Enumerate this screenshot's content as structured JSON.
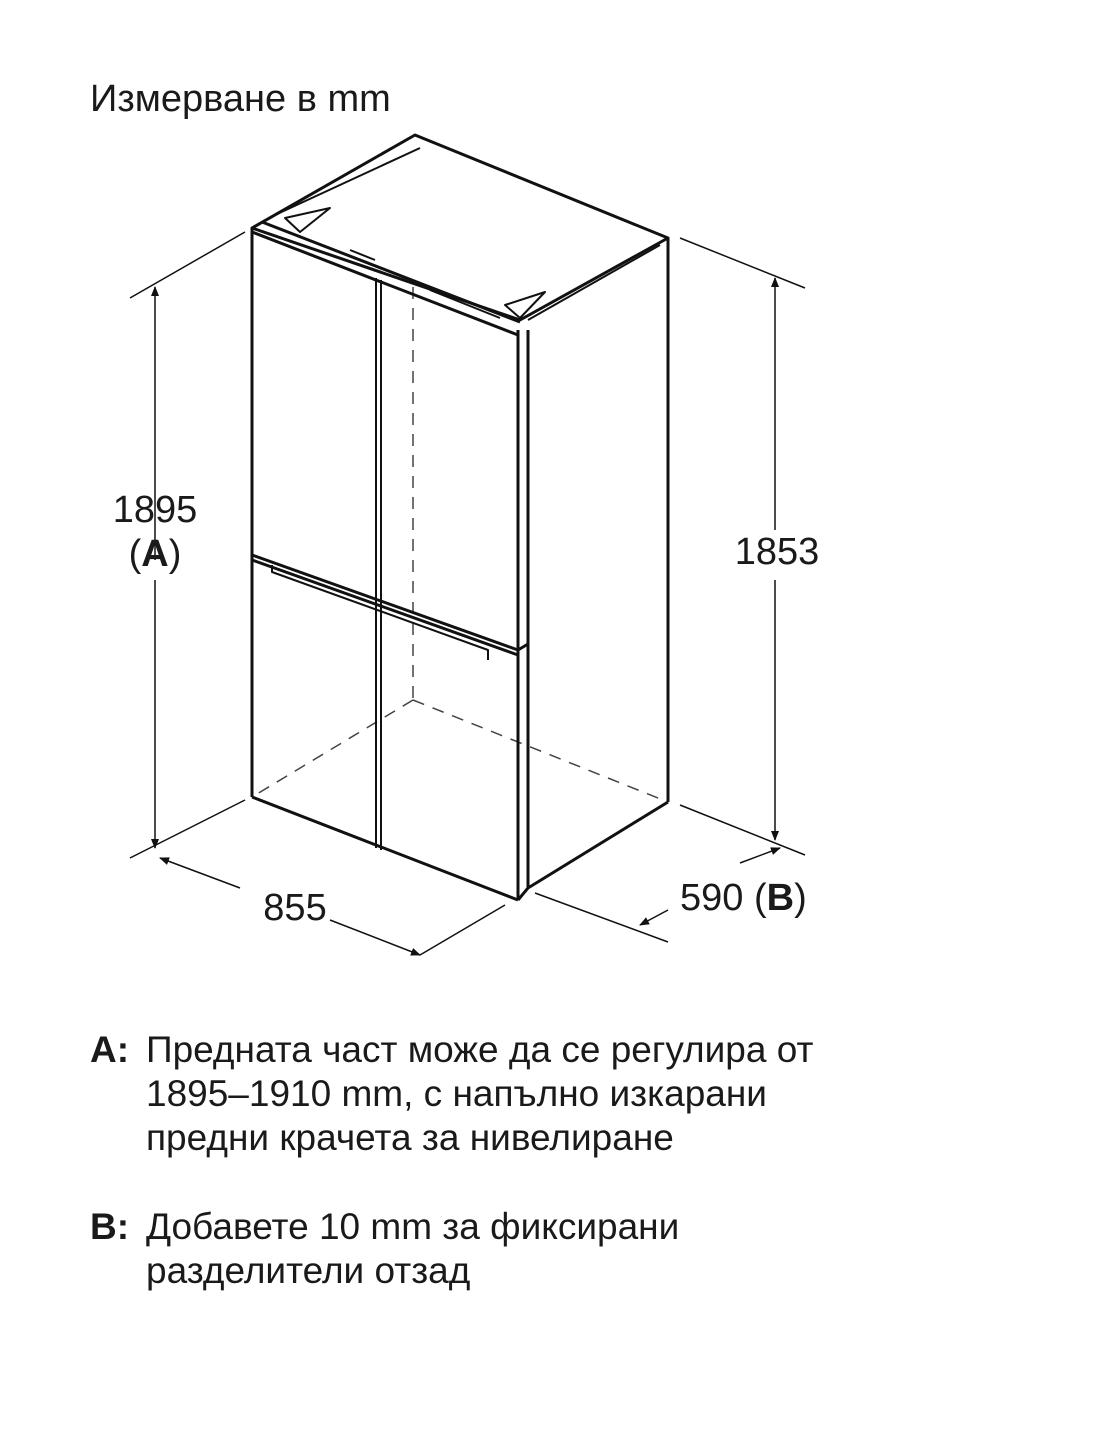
{
  "title": "Измерване в mm",
  "dimensions": {
    "height_front": "1895",
    "height_front_tag": "A",
    "height_back": "1853",
    "width": "855",
    "depth": "590",
    "depth_tag": "B"
  },
  "notes": [
    {
      "key": "A:",
      "lines": [
        "Предната част може да се регулира от",
        "1895–1910 mm, с напълно изкарани",
        "предни крачета за нивелиране"
      ]
    },
    {
      "key": "B:",
      "lines": [
        "Добавете 10 mm за фиксирани",
        "разделители отзад"
      ]
    }
  ]
}
